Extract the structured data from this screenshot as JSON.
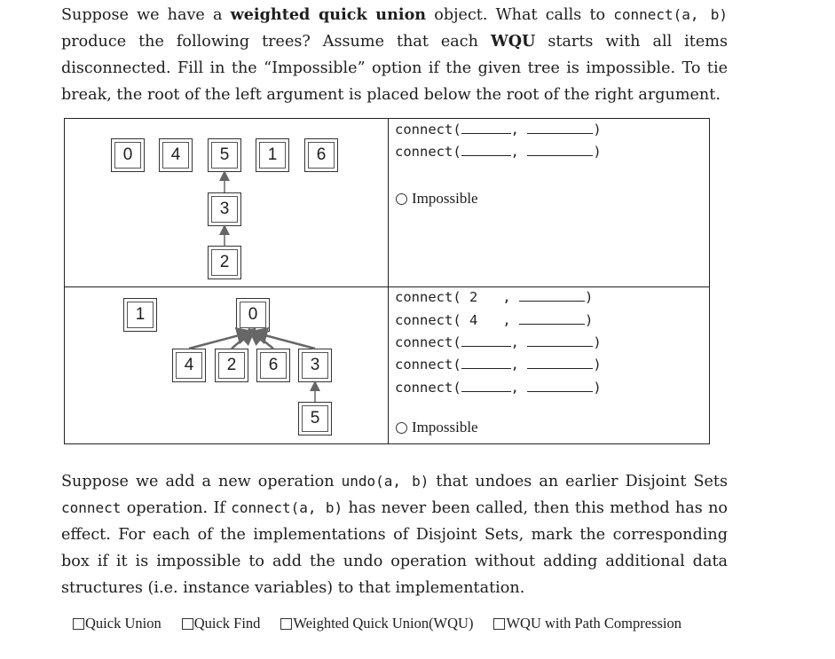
{
  "intro": {
    "t1": "Suppose we have a ",
    "t2": "weighted quick union",
    "t3": " object.  What calls to ",
    "code1": "connect(a, b)",
    "t4": " produce the following trees?  Assume that each ",
    "t5": "WQU",
    "t6": " starts with all items disconnected. Fill in the “Impossible” option if the given tree is impossible. To tie break, the root of the left argument is placed below the root of the right argument."
  },
  "problem1": {
    "nodes": [
      "0",
      "4",
      "5",
      "1",
      "6",
      "3",
      "2"
    ],
    "calls": [
      "connect(",
      "connect("
    ],
    "comma": ",",
    "close": ")",
    "impossible": "Impossible"
  },
  "problem2": {
    "nodes": [
      "1",
      "0",
      "4",
      "2",
      "6",
      "3",
      "5"
    ],
    "calls": [
      "connect( 2",
      "connect( 4",
      "connect(",
      "connect(",
      "connect("
    ],
    "comma": ",",
    "close": ")",
    "impossible": "Impossible"
  },
  "undo": {
    "t1": "Suppose we add a new operation ",
    "code1": "undo(a, b)",
    "t2": " that undoes an earlier Disjoint Sets ",
    "code2": "connect",
    "t3": " operation.  If ",
    "code3": "connect(a, b)",
    "t4": " has never been called, then this method has no effect. For each of the implementations of Disjoint Sets, mark the corresponding box if it is impossible to add the undo operation without adding additional data structures (i.e. instance variables) to that implementation."
  },
  "options": [
    "Quick Union",
    "Quick Find",
    "Weighted Quick Union(WQU)",
    "WQU with Path Compression"
  ]
}
